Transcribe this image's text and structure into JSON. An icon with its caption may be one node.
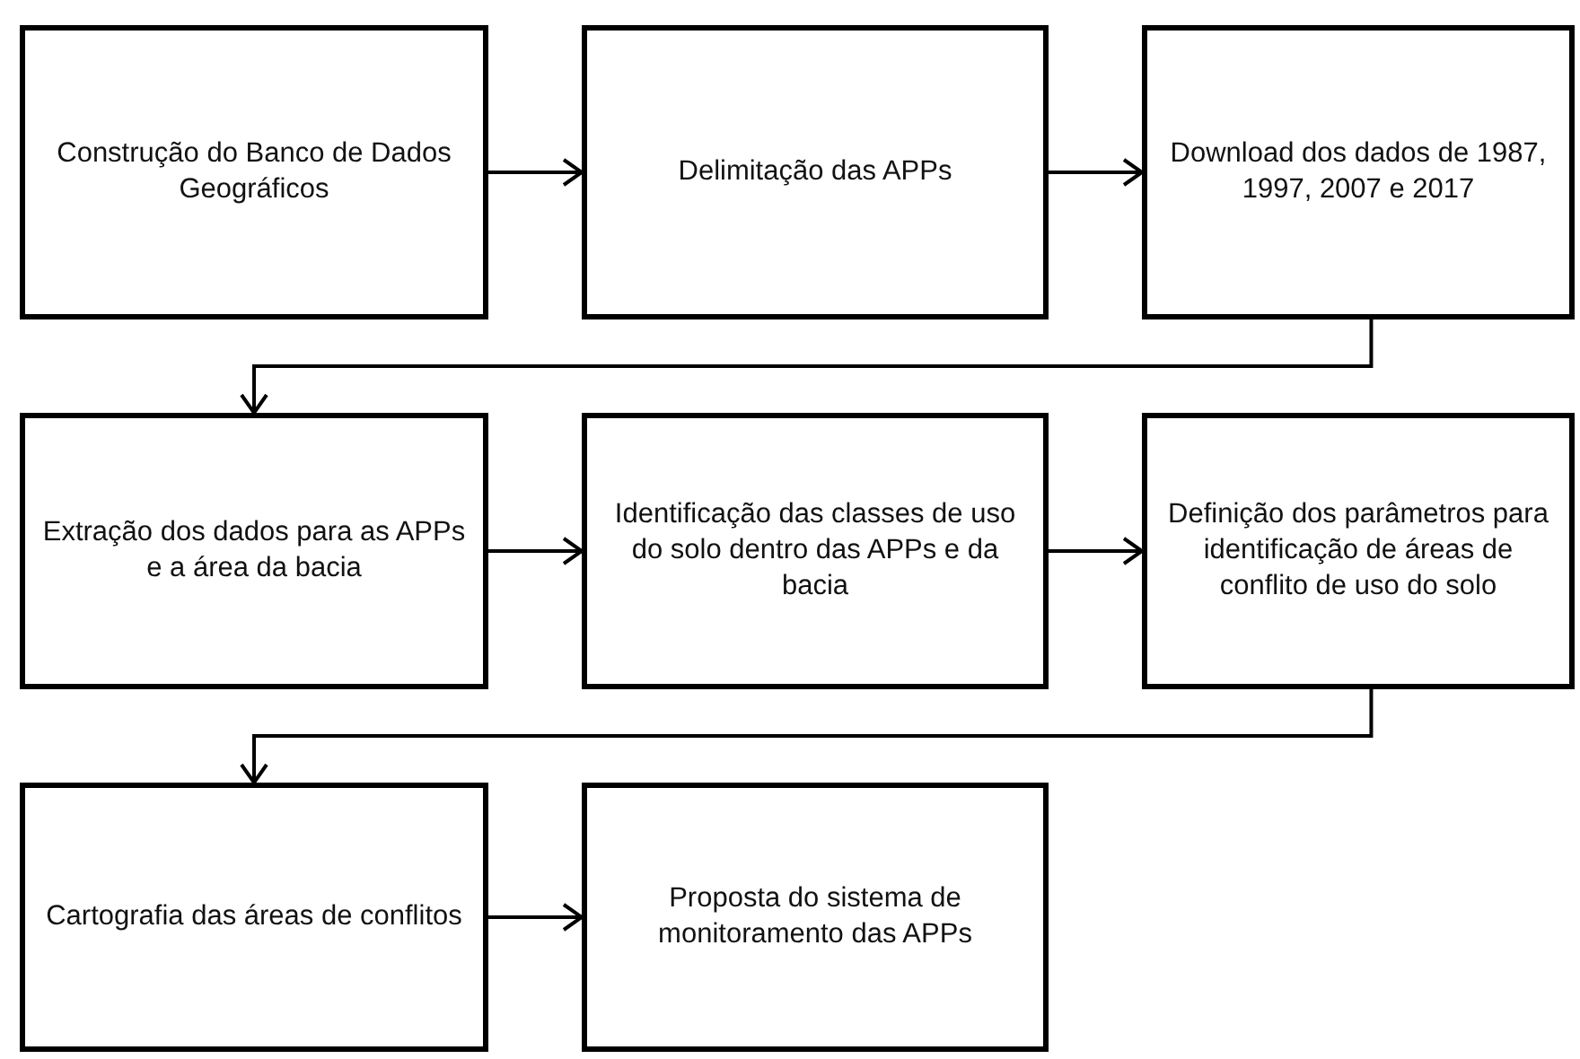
{
  "diagram": {
    "nodes": [
      {
        "text": [
          "Construção do Banco de Dados Geográficos"
        ]
      },
      {
        "text": [
          "Delimitação das APPs"
        ]
      },
      {
        "text": [
          "Download dos dados de 1987, 1997, 2007 e 2017"
        ]
      },
      {
        "text": [
          "Extração dos dados para as APPs e a área da bacia"
        ]
      },
      {
        "text": [
          "Identificação das classes de uso do solo dentro das APPs e da bacia"
        ]
      },
      {
        "text": [
          "Definição dos parâmetros para identificação de áreas de conflito de uso do solo"
        ]
      },
      {
        "text": [
          "Cartografia das áreas de conflitos"
        ]
      },
      {
        "text": [
          "Proposta do sistema de monitoramento das APPs"
        ]
      }
    ],
    "edges": [
      {
        "from": 0,
        "to": 1,
        "arrow": "to"
      },
      {
        "from": 1,
        "to": 2,
        "arrow": "to"
      },
      {
        "from": 2,
        "to": 3,
        "arrow": "to"
      },
      {
        "from": 3,
        "to": 4,
        "arrow": "to"
      },
      {
        "from": 4,
        "to": 5,
        "arrow": "to"
      },
      {
        "from": 5,
        "to": 6,
        "arrow": "to"
      },
      {
        "from": 6,
        "to": 7,
        "arrow": "to"
      }
    ]
  }
}
